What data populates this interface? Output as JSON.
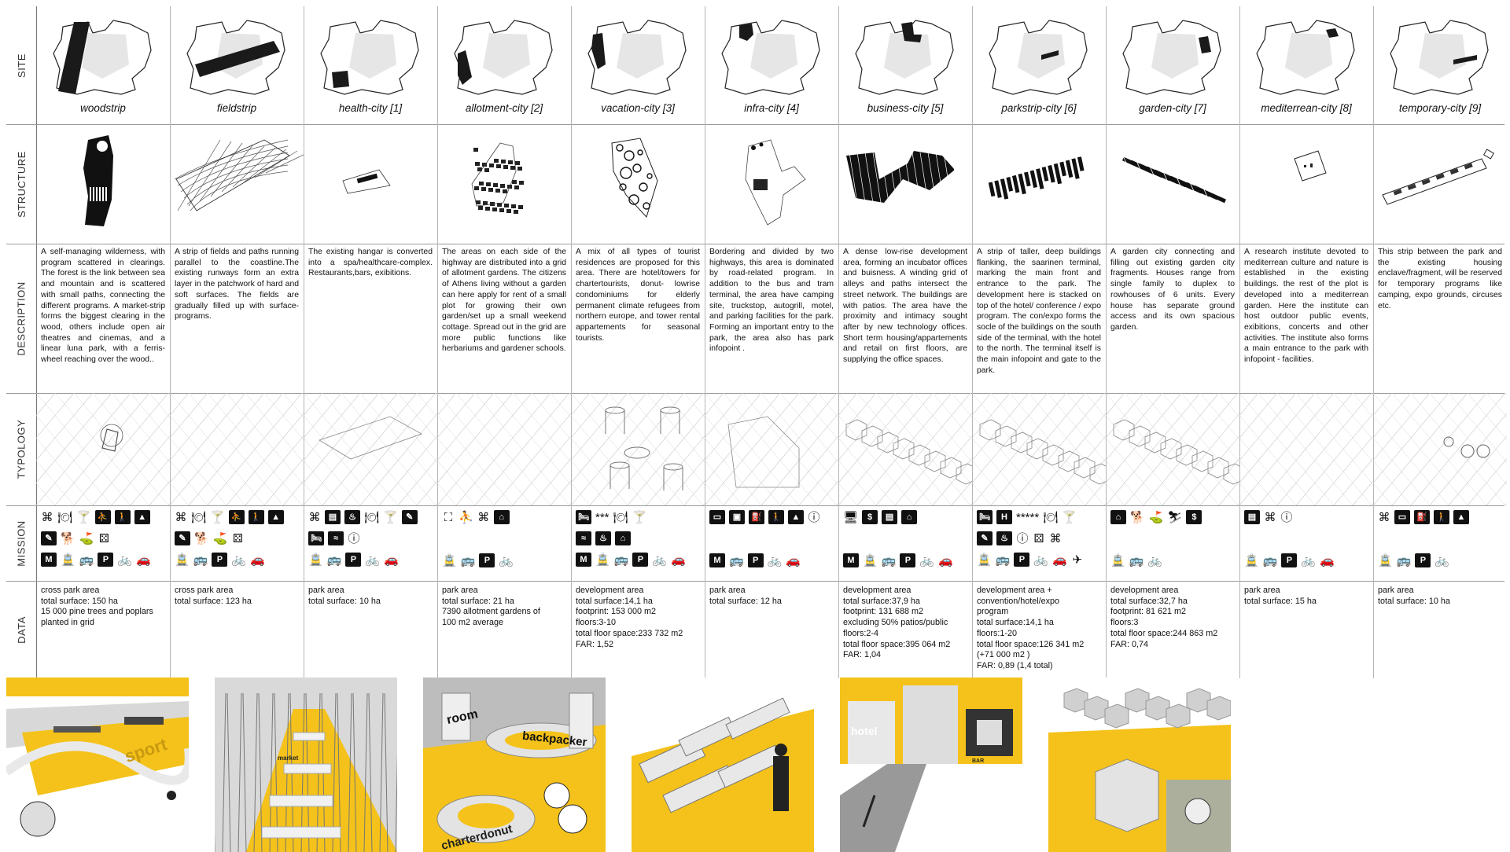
{
  "row_labels": [
    "SITE",
    "STRUCTURE",
    "DESCRIPTION",
    "TYPOLOGY",
    "MISSION",
    "DATA"
  ],
  "columns": [
    {
      "name": "woodstrip",
      "description": "A self-managing wilderness, with program scattered in clearings. The forest is the link between sea and mountain and is scattered with small paths, connecting the different programs. A market-strip forms the biggest clearing in the wood, others include open air theatres and cinemas, and a linear luna park, with a ferris- wheel reaching over the wood..",
      "mission": [
        [
          {
            "icon": "loop-icon",
            "g": "⌘"
          },
          {
            "icon": "dining-icon",
            "g": "🍽"
          },
          {
            "icon": "cocktail-icon",
            "g": "🍸"
          },
          {
            "icon": "kids-play-icon",
            "g": "⛹",
            "box": true
          },
          {
            "icon": "hiking-icon",
            "g": "🚶",
            "box": true
          },
          {
            "icon": "tent-icon",
            "g": "▲",
            "box": true
          }
        ],
        [
          {
            "icon": "workshop-icon",
            "g": "✎",
            "box": true
          },
          {
            "icon": "dog-icon",
            "g": "🐕"
          },
          {
            "icon": "golf-icon",
            "g": "⛳"
          },
          {
            "icon": "dice-icon",
            "g": "⚄"
          }
        ],
        [
          {
            "icon": "metro-icon",
            "g": "M",
            "box": true
          },
          {
            "icon": "tram-icon",
            "g": "🚊"
          },
          {
            "icon": "bus-icon",
            "g": "🚌"
          },
          {
            "icon": "parking-icon",
            "g": "P",
            "box": true
          },
          {
            "icon": "bicycle-icon",
            "g": "🚲"
          },
          {
            "icon": "car-icon",
            "g": "🚗"
          }
        ]
      ],
      "data": [
        "cross park area",
        "total surface: 150 ha",
        "15 000 pine trees and poplars",
        "planted in grid"
      ]
    },
    {
      "name": "fieldstrip",
      "description": "A strip of fields and paths running parallel to the coastline.The existing runways form an extra layer in the patchwork of hard and soft surfaces. The fields are gradually filled up with surface-programs.",
      "mission": [
        [
          {
            "icon": "loop-icon",
            "g": "⌘"
          },
          {
            "icon": "dining-icon",
            "g": "🍽"
          },
          {
            "icon": "cocktail-icon",
            "g": "🍸"
          },
          {
            "icon": "kids-play-icon",
            "g": "⛹",
            "box": true
          },
          {
            "icon": "hiking-icon",
            "g": "🚶",
            "box": true
          },
          {
            "icon": "tent-icon",
            "g": "▲",
            "box": true
          }
        ],
        [
          {
            "icon": "workshop-icon",
            "g": "✎",
            "box": true
          },
          {
            "icon": "dog-icon",
            "g": "🐕"
          },
          {
            "icon": "golf-icon",
            "g": "⛳"
          },
          {
            "icon": "dice-icon",
            "g": "⚄"
          }
        ],
        [
          {
            "icon": "tram-icon",
            "g": "🚊"
          },
          {
            "icon": "bus-icon",
            "g": "🚌"
          },
          {
            "icon": "parking-icon",
            "g": "P",
            "box": true
          },
          {
            "icon": "bicycle-icon",
            "g": "🚲"
          },
          {
            "icon": "car-icon",
            "g": "🚗"
          }
        ]
      ],
      "data": [
        "cross park area",
        "total surface: 123 ha"
      ]
    },
    {
      "name": "health-city [1]",
      "description": "The existing hangar is converted into a spa/healthcare-complex. Restaurants,bars, exibitions.",
      "mission": [
        [
          {
            "icon": "loop-icon",
            "g": "⌘"
          },
          {
            "icon": "business-icon",
            "g": "▤",
            "box": true
          },
          {
            "icon": "spa-icon",
            "g": "♨",
            "box": true
          },
          {
            "icon": "dining-icon",
            "g": "🍽"
          },
          {
            "icon": "cocktail-icon",
            "g": "🍸"
          },
          {
            "icon": "workshop-icon",
            "g": "✎",
            "box": true
          }
        ],
        [
          {
            "icon": "hotel-bed-icon",
            "g": "🛏",
            "box": true
          },
          {
            "icon": "swim-icon",
            "g": "≈",
            "box": true
          },
          {
            "icon": "info-icon",
            "g": "ⓘ"
          }
        ],
        [
          {
            "icon": "tram-icon",
            "g": "🚊"
          },
          {
            "icon": "bus-icon",
            "g": "🚌"
          },
          {
            "icon": "parking-icon",
            "g": "P",
            "box": true
          },
          {
            "icon": "bicycle-icon",
            "g": "🚲"
          },
          {
            "icon": "car-icon",
            "g": "🚗"
          }
        ]
      ],
      "data": [
        "park area",
        "total surface: 10 ha"
      ]
    },
    {
      "name": "allotment-city [2]",
      "description": "The areas on each side of the highway are distributed into a grid of allotment gardens. The citizens of Athens living without a garden can here apply for rent of a small plot for growing their own garden/set up a small weekend cottage. Spread out in the grid are more public functions like herbariums and gardener schools.",
      "mission": [
        [
          {
            "icon": "frame-icon",
            "g": "⛶"
          },
          {
            "icon": "kids-play-icon",
            "g": "⛹"
          },
          {
            "icon": "loop-icon",
            "g": "⌘"
          },
          {
            "icon": "houses-icon",
            "g": "⌂",
            "box": true
          }
        ],
        [],
        [
          {
            "icon": "tram-icon",
            "g": "🚊"
          },
          {
            "icon": "bus-icon",
            "g": "🚌"
          },
          {
            "icon": "parking-icon",
            "g": "P",
            "box": true
          },
          {
            "icon": "bicycle-icon",
            "g": "🚲"
          }
        ]
      ],
      "data": [
        "park area",
        "total surface: 21 ha",
        "7390 allotment gardens of",
        "100 m2 average"
      ]
    },
    {
      "name": "vacation-city [3]",
      "description": "A mix of all types of tourist residences are proposed for this area. There are hotel/towers for chartertourists, donut- lowrise condominiums for elderly permanent climate refugees from northern europe, and tower rental appartements for seasonal tourists.",
      "mission": [
        [
          {
            "icon": "hotel-bed-icon",
            "g": "🛏",
            "box": true
          },
          {
            "icon": "stars-icon",
            "g": "***"
          },
          {
            "icon": "dining-icon",
            "g": "🍽"
          },
          {
            "icon": "cocktail-icon",
            "g": "🍸"
          }
        ],
        [
          {
            "icon": "swim-icon",
            "g": "≈",
            "box": true
          },
          {
            "icon": "spa-icon",
            "g": "♨",
            "box": true
          },
          {
            "icon": "houses-icon",
            "g": "⌂",
            "box": true
          }
        ],
        [
          {
            "icon": "metro-icon",
            "g": "M",
            "box": true
          },
          {
            "icon": "tram-icon",
            "g": "🚊"
          },
          {
            "icon": "bus-icon",
            "g": "🚌"
          },
          {
            "icon": "parking-icon",
            "g": "P",
            "box": true
          },
          {
            "icon": "bicycle-icon",
            "g": "🚲"
          },
          {
            "icon": "car-icon",
            "g": "🚗"
          }
        ]
      ],
      "data": [
        "development area",
        "total surface:14,1 ha",
        "footprint: 153 000 m2",
        "floors:3-10",
        "total floor space:233 732 m2",
        "FAR: 1,52"
      ]
    },
    {
      "name": "infra-city [4]",
      "description": "Bordering and divided by two highways, this area is dominated by road-related program. In addition to the bus and tram terminal, the area have camping site, truckstop, autogrill, motel, and parking facilities for the park. Forming an important entry to the park, the area also has park infopoint .",
      "mission": [
        [
          {
            "icon": "caravan-icon",
            "g": "▭",
            "box": true
          },
          {
            "icon": "motel-icon",
            "g": "▣",
            "box": true
          },
          {
            "icon": "fuel-icon",
            "g": "⛽",
            "box": true
          },
          {
            "icon": "hiking-icon",
            "g": "🚶",
            "box": true
          },
          {
            "icon": "tent-icon",
            "g": "▲",
            "box": true
          },
          {
            "icon": "info-icon",
            "g": "ⓘ"
          }
        ],
        [],
        [
          {
            "icon": "metro-icon",
            "g": "M",
            "box": true
          },
          {
            "icon": "bus-icon",
            "g": "🚌"
          },
          {
            "icon": "parking-icon",
            "g": "P",
            "box": true
          },
          {
            "icon": "bicycle-icon",
            "g": "🚲"
          },
          {
            "icon": "car-icon",
            "g": "🚗"
          }
        ]
      ],
      "data": [
        "park area",
        "total surface: 12 ha"
      ]
    },
    {
      "name": "business-city [5]",
      "description": "A dense low-rise development area, forming an incubator offices and buisness. A winding grid of alleys and paths intersect the street network. The buildings are with patios. The area have the proximity and intimacy sought after by new technology offices. Short term housing/appartements and retail on first floors, are supplying the office spaces.",
      "mission": [
        [
          {
            "icon": "computer-icon",
            "g": "🖥"
          },
          {
            "icon": "dollar-icon",
            "g": "$",
            "box": true
          },
          {
            "icon": "business-icon",
            "g": "▤",
            "box": true
          },
          {
            "icon": "houses-icon",
            "g": "⌂",
            "box": true
          }
        ],
        [],
        [
          {
            "icon": "metro-icon",
            "g": "M",
            "box": true
          },
          {
            "icon": "tram-icon",
            "g": "🚊"
          },
          {
            "icon": "bus-icon",
            "g": "🚌"
          },
          {
            "icon": "parking-icon",
            "g": "P",
            "box": true
          },
          {
            "icon": "bicycle-icon",
            "g": "🚲"
          },
          {
            "icon": "car-icon",
            "g": "🚗"
          }
        ]
      ],
      "data": [
        "development area",
        "total surface:37,9 ha",
        "footprint: 131 688 m2",
        "excluding 50% patios/public",
        "floors:2-4",
        "total floor space:395 064 m2",
        "FAR: 1,04"
      ]
    },
    {
      "name": "parkstrip-city [6]",
      "description": "A strip of taller, deep buildings flanking, the saarinen terminal, marking the main front and entrance to the park. The development here is stacked on top of the hotel/ conference / expo program. The con/expo forms the socle of the buildings on the south side of the terminal, with the hotel to the north. The terminal itself is the main infopoint and gate to the park.",
      "mission": [
        [
          {
            "icon": "hotel-bed-icon",
            "g": "🛏",
            "box": true
          },
          {
            "icon": "hotel-icon",
            "g": "H",
            "box": true
          },
          {
            "icon": "stars-icon",
            "g": "*****"
          },
          {
            "icon": "dining-icon",
            "g": "🍽"
          },
          {
            "icon": "cocktail-icon",
            "g": "🍸"
          }
        ],
        [
          {
            "icon": "workshop-icon",
            "g": "✎",
            "box": true
          },
          {
            "icon": "spa-icon",
            "g": "♨",
            "box": true
          },
          {
            "icon": "info-icon",
            "g": "ⓘ"
          },
          {
            "icon": "dice-icon",
            "g": "⚄"
          },
          {
            "icon": "loop-icon",
            "g": "⌘"
          }
        ],
        [
          {
            "icon": "tram-icon",
            "g": "🚊"
          },
          {
            "icon": "bus-icon",
            "g": "🚌"
          },
          {
            "icon": "parking-icon",
            "g": "P",
            "box": true
          },
          {
            "icon": "bicycle-icon",
            "g": "🚲"
          },
          {
            "icon": "car-icon",
            "g": "🚗"
          },
          {
            "icon": "airplane-icon",
            "g": "✈"
          }
        ]
      ],
      "data": [
        "development area +",
        "convention/hotel/expo",
        "program",
        "total surface:14,1 ha",
        "floors:1-20",
        "total floor space:126 341 m2",
        "(+71 000 m2 )",
        "FAR: 0,89 (1,4 total)"
      ]
    },
    {
      "name": "garden-city [7]",
      "description": "A garden city connecting and filling out existing garden city fragments. Houses range from single family to duplex to rowhouses of 6 units. Every house has separate ground access and its own spacious garden.",
      "mission": [
        [
          {
            "icon": "houses-icon",
            "g": "⌂",
            "box": true
          },
          {
            "icon": "dog-icon",
            "g": "🐕"
          },
          {
            "icon": "golf-icon",
            "g": "⛳"
          },
          {
            "icon": "slide-icon",
            "g": "⛷"
          },
          {
            "icon": "dollar-icon",
            "g": "$",
            "box": true
          }
        ],
        [],
        [
          {
            "icon": "tram-icon",
            "g": "🚊"
          },
          {
            "icon": "bus-icon",
            "g": "🚌"
          },
          {
            "icon": "bicycle-icon",
            "g": "🚲"
          }
        ]
      ],
      "data": [
        "development area",
        "total surface:32,7 ha",
        "footprint: 81 621 m2",
        "floors:3",
        "total floor space:244 863 m2",
        "FAR: 0,74"
      ]
    },
    {
      "name": "mediterrean-city [8]",
      "description": "A research institute devoted to mediterrean culture and nature is established in the existing buildings. the rest of the plot is developed into a mediterrean garden. Here the institute can host outdoor public events, exibitions, concerts and other activities. The institute also forms a main entrance to the park with infopoint - facilities.",
      "mission": [
        [
          {
            "icon": "business-icon",
            "g": "▤",
            "box": true
          },
          {
            "icon": "loop-icon",
            "g": "⌘"
          },
          {
            "icon": "info-icon",
            "g": "ⓘ"
          }
        ],
        [],
        [
          {
            "icon": "tram-icon",
            "g": "🚊"
          },
          {
            "icon": "bus-icon",
            "g": "🚌"
          },
          {
            "icon": "parking-icon",
            "g": "P",
            "box": true
          },
          {
            "icon": "bicycle-icon",
            "g": "🚲"
          },
          {
            "icon": "car-icon",
            "g": "🚗"
          }
        ]
      ],
      "data": [
        "park area",
        "total surface: 15 ha"
      ]
    },
    {
      "name": "temporary-city [9]",
      "description": "This strip between the park and the existing housing enclave/fragment, will be reserved for temporary programs like camping, expo grounds, circuses etc.",
      "mission": [
        [
          {
            "icon": "loop-icon",
            "g": "⌘"
          },
          {
            "icon": "caravan-icon",
            "g": "▭",
            "box": true
          },
          {
            "icon": "fuel-icon",
            "g": "⛽",
            "box": true
          },
          {
            "icon": "hiking-icon",
            "g": "🚶",
            "box": true
          },
          {
            "icon": "tent-icon",
            "g": "▲",
            "box": true
          }
        ],
        [],
        [
          {
            "icon": "tram-icon",
            "g": "🚊"
          },
          {
            "icon": "bus-icon",
            "g": "🚌"
          },
          {
            "icon": "parking-icon",
            "g": "P",
            "box": true
          },
          {
            "icon": "bicycle-icon",
            "g": "🚲"
          }
        ]
      ],
      "data": [
        "park area",
        "total surface: 10 ha"
      ]
    }
  ],
  "photo_labels": [
    {
      "id": "sport",
      "text": "sport"
    },
    {
      "id": "market",
      "text": "market"
    },
    {
      "id": "room",
      "text": "room"
    },
    {
      "id": "backpacker",
      "text": "backpacker"
    },
    {
      "id": "charterdonut",
      "text": "charterdonut"
    },
    {
      "id": "hotel",
      "text": "hotel"
    },
    {
      "id": "bar",
      "text": "BAR"
    }
  ],
  "colors": {
    "accent_yellow": "#f4c21a",
    "site_fill": "#e6e6e6",
    "highlight": "#1a1a1a",
    "grid": "#9a9a9a"
  }
}
